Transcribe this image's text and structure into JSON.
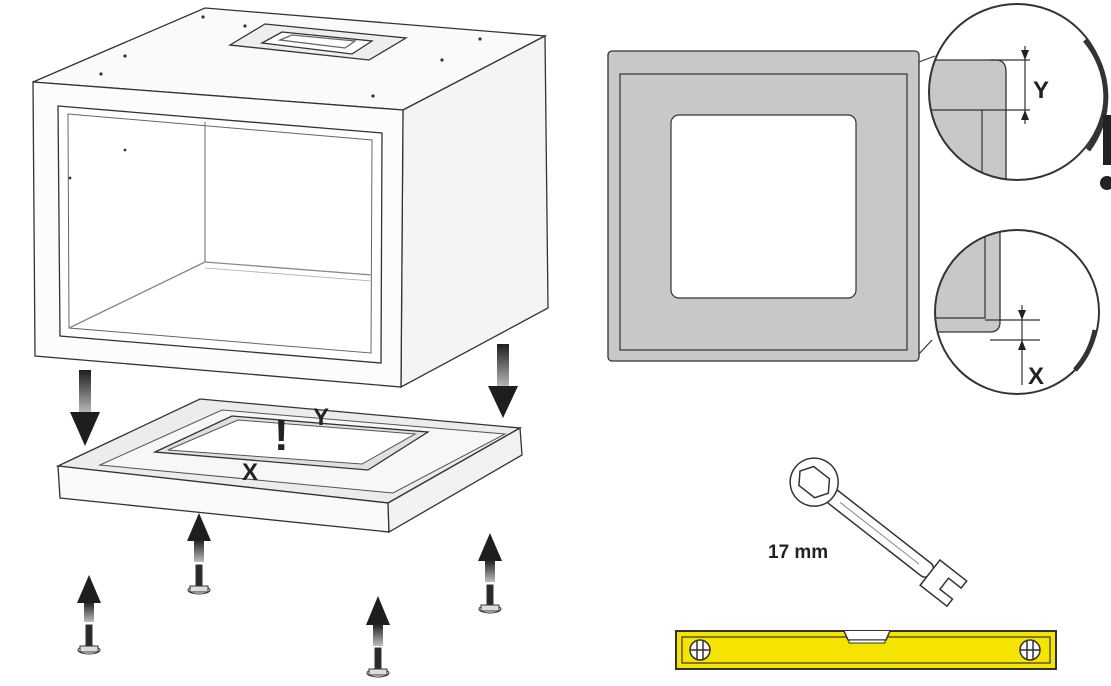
{
  "labels": {
    "gap_y": "Y",
    "gap_x": "X",
    "caution": "!",
    "wrench_size": "17 mm"
  },
  "colors": {
    "line": "#333333",
    "panel_frame": "#c8c8c8",
    "plinth_top": "#ececec",
    "level_body": "#f5e400",
    "arrow": "#2a2a2a"
  },
  "icons": [
    "down-arrow-icon",
    "up-arrow-icon",
    "bolt-icon",
    "wrench-icon",
    "spirit-level-icon",
    "caution-icon",
    "magnifier-icon"
  ]
}
